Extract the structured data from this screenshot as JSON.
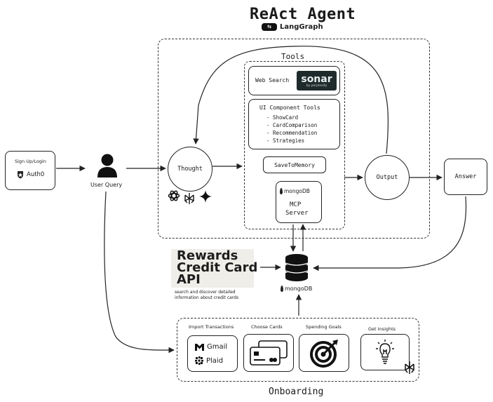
{
  "title": "ReAct Agent",
  "subtitle": "LangGraph",
  "tools": {
    "label": "Tools",
    "web_search": "Web Search",
    "sonar_logo": "sonar",
    "sonar_sub": "by perplexity",
    "ui_tools_title": "UI Component Tools",
    "ui_tools": [
      "- ShowCard",
      "- CardComparison",
      "- Recommendation",
      "- Strategies"
    ],
    "save_to_memory": "SaveToMemory",
    "mongodb_label": "mongoDB",
    "mcp_server_line1": "MCP",
    "mcp_server_line2": "Server"
  },
  "nodes": {
    "signup": "Sign Up/Login",
    "auth0": "Auth0",
    "user_query": "User Query",
    "thought": "Thought",
    "output": "Output",
    "answer": "Answer"
  },
  "rewards_api": {
    "line1": "Rewards",
    "line2": "Credit Card",
    "line3": "API",
    "desc1": "search and discover detailed",
    "desc2": "information about credit cards"
  },
  "database": {
    "label": "mongoDB"
  },
  "onboarding": {
    "label": "Onboarding",
    "import_transactions": "Import Transactions",
    "gmail": "Gmail",
    "plaid": "Plaid",
    "choose_cards": "Choose Cards",
    "spending_goals": "Spending Goals",
    "get_insights": "Get Insights"
  },
  "icons": [
    "auth0-shield-icon",
    "user-icon",
    "openai-icon",
    "perplexity-icon",
    "gemini-star-icon",
    "database-icon",
    "gmail-icon",
    "plaid-icon",
    "credit-card-icon",
    "target-icon",
    "lightbulb-icon",
    "mongodb-leaf-icon",
    "langgraph-logo-icon"
  ]
}
